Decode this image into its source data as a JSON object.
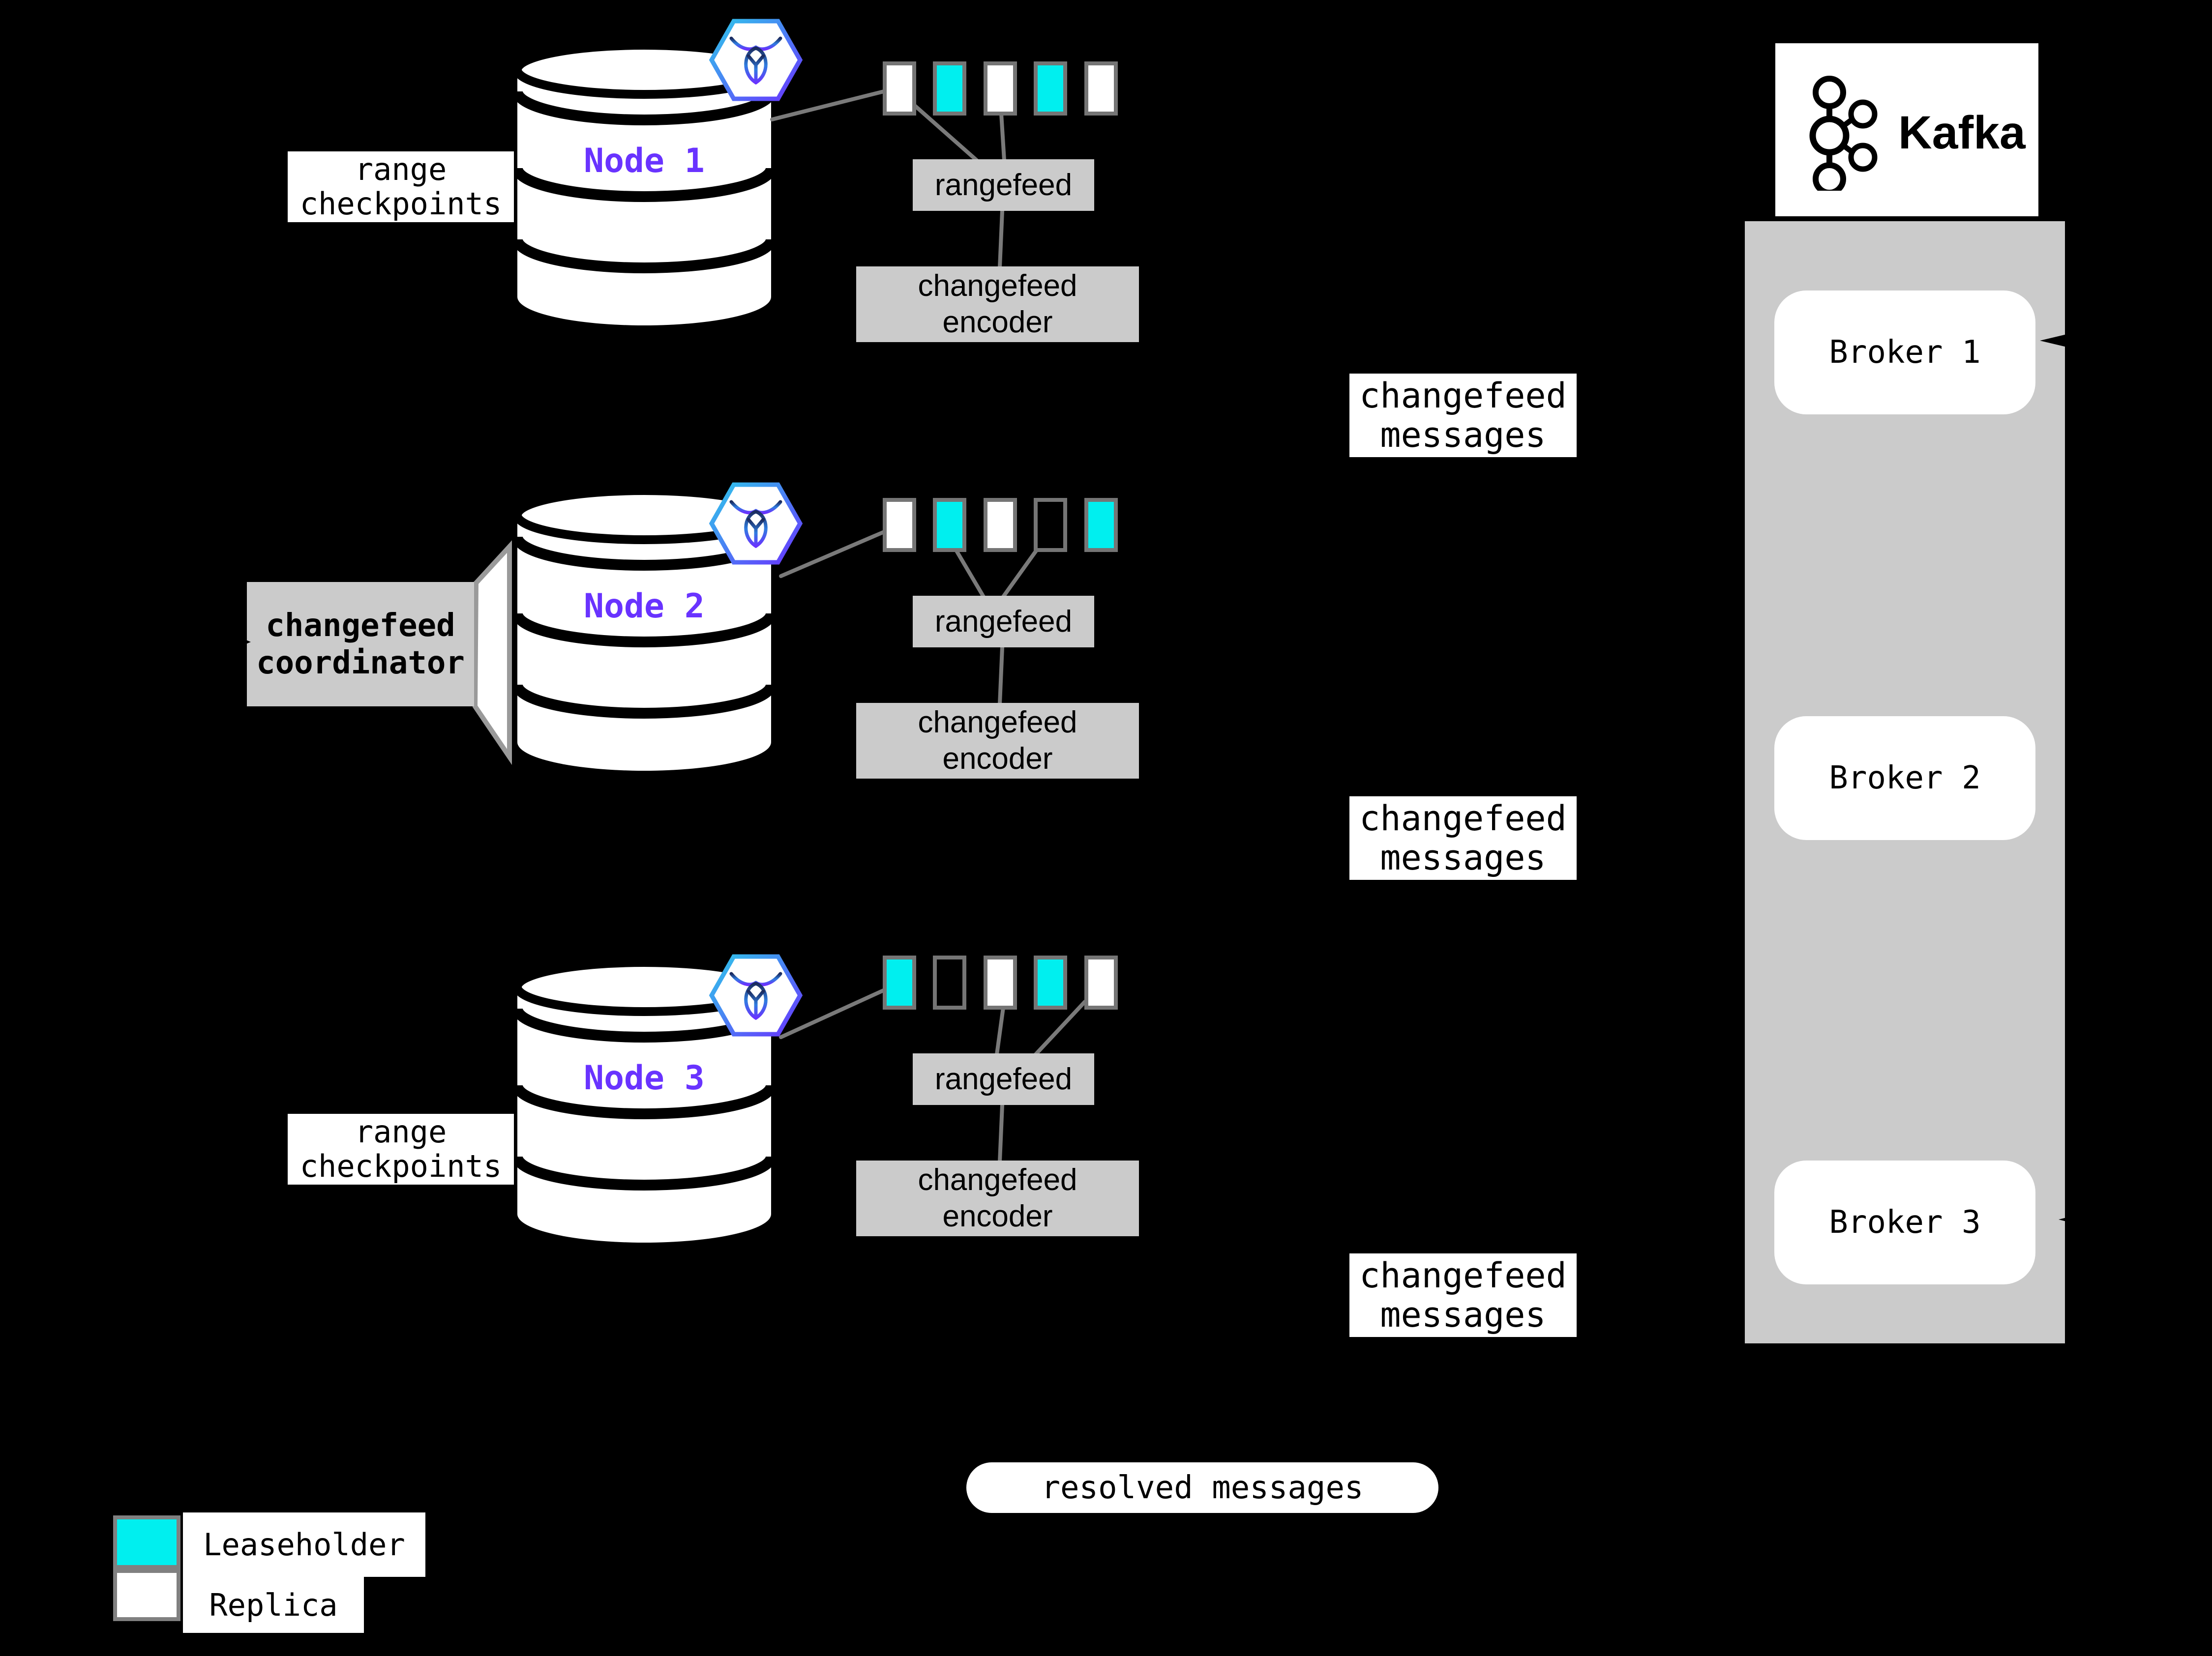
{
  "range_checkpoints": {
    "line1": "range",
    "line2": "checkpoints"
  },
  "coordinator": {
    "line1": "changefeed",
    "line2": "coordinator"
  },
  "nodes": [
    {
      "name": "Node 1",
      "rangefeed_label": "rangefeed",
      "encoder": {
        "line1": "changefeed",
        "line2": "encoder"
      },
      "messages": {
        "line1": "changefeed",
        "line2": "messages"
      },
      "ranges": [
        "replica",
        "leaseholder",
        "replica",
        "leaseholder",
        "replica"
      ]
    },
    {
      "name": "Node 2",
      "rangefeed_label": "rangefeed",
      "encoder": {
        "line1": "changefeed",
        "line2": "encoder"
      },
      "messages": {
        "line1": "changefeed",
        "line2": "messages"
      },
      "ranges": [
        "replica",
        "leaseholder",
        "replica",
        "none",
        "leaseholder"
      ]
    },
    {
      "name": "Node 3",
      "rangefeed_label": "rangefeed",
      "encoder": {
        "line1": "changefeed",
        "line2": "encoder"
      },
      "messages": {
        "line1": "changefeed",
        "line2": "messages"
      },
      "ranges": [
        "leaseholder",
        "none",
        "replica",
        "leaseholder",
        "replica"
      ]
    }
  ],
  "kafka": {
    "brand": "Kafka",
    "brokers": [
      {
        "label": "Broker 1"
      },
      {
        "label": "Broker 2"
      },
      {
        "label": "Broker 3"
      }
    ]
  },
  "resolved_pill": {
    "label": "resolved messages"
  },
  "legend": {
    "items": [
      {
        "label": "Leaseholder",
        "color": "#00efef"
      },
      {
        "label": "Replica",
        "color": "#ffffff"
      }
    ]
  },
  "colors": {
    "background": "#000000",
    "leaseholder": "#00efef",
    "replica": "#ffffff",
    "box_gray": "#cbcbcb",
    "node_label_purple": "#6933ff",
    "line_gray": "#7a7a7a",
    "square_border": "#757575"
  }
}
